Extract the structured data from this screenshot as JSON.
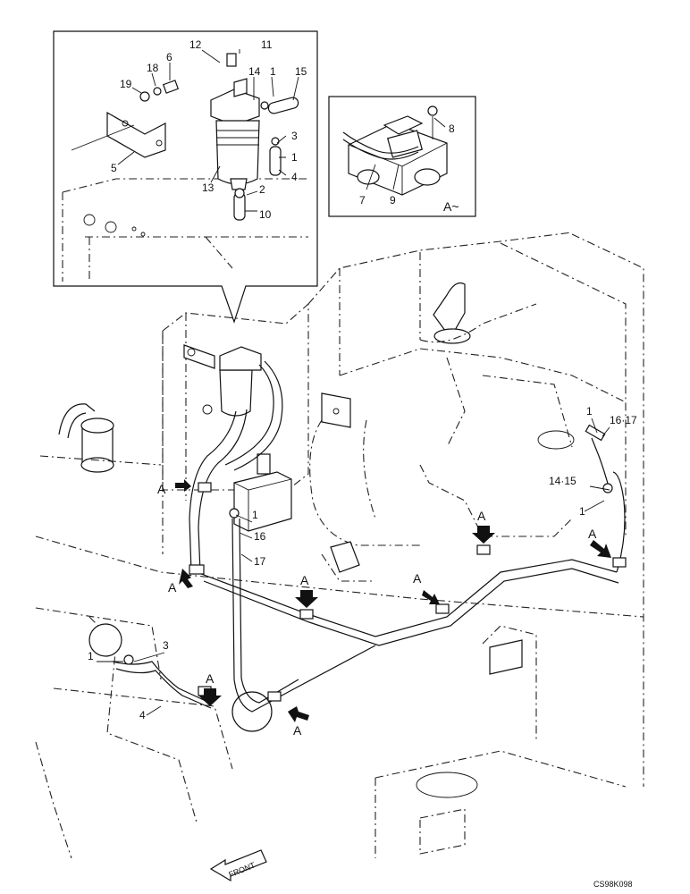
{
  "detail_callout": {
    "part_numbers": [
      "12",
      "11",
      "18",
      "6",
      "19",
      "14",
      "1",
      "15",
      "3",
      "1",
      "4",
      "5",
      "13",
      "2",
      "10"
    ]
  },
  "view_a_inset": {
    "part_numbers": [
      "8",
      "7",
      "9"
    ],
    "view_label": "A~"
  },
  "main_callouts": {
    "numbers": [
      "1",
      "16·17",
      "14·15",
      "1",
      "1",
      "16",
      "17",
      "1",
      "3",
      "4"
    ],
    "view_markers": [
      "A",
      "A",
      "A",
      "A",
      "A",
      "A",
      "A",
      "A"
    ]
  },
  "front_label": "FRONT",
  "drawing_code": "CS98K098"
}
